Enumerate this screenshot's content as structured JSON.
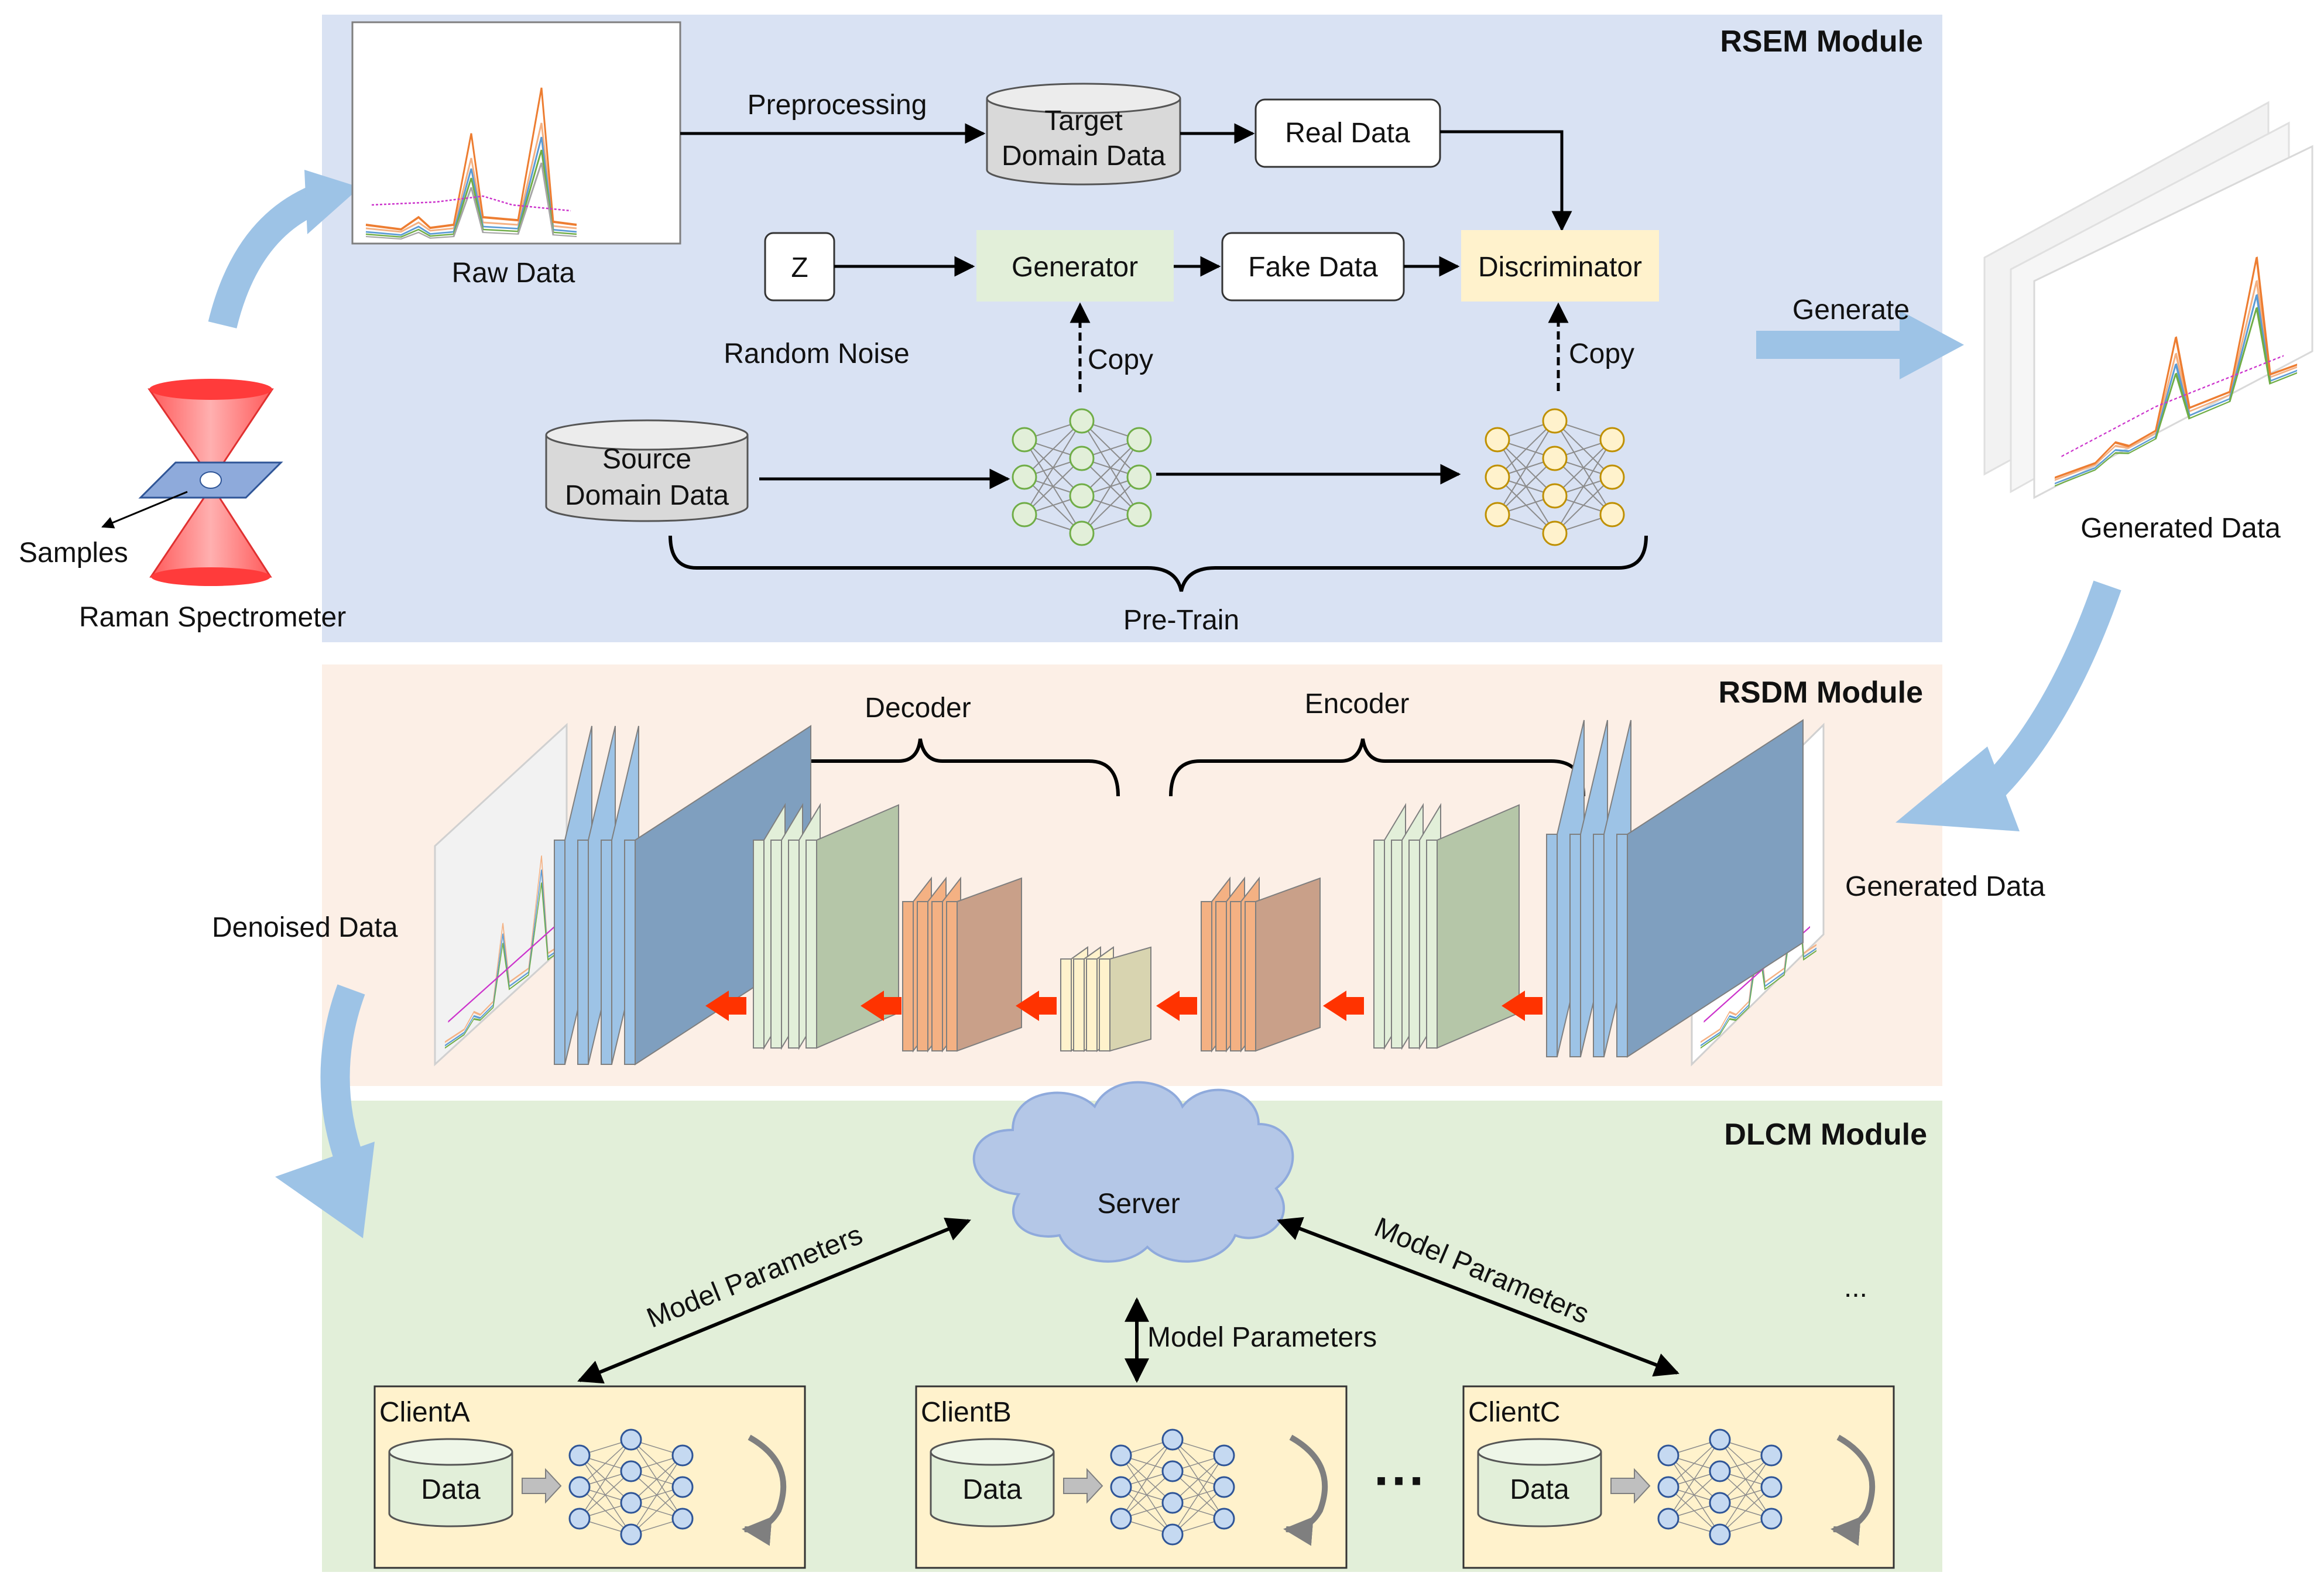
{
  "modules": {
    "rsem": "RSEM Module",
    "rsdm": "RSDM Module",
    "dlcm": "DLCM Module"
  },
  "left": {
    "samples": "Samples",
    "spectrometer": "Raman Spectrometer",
    "denoised": "Denoised Data"
  },
  "rsem": {
    "raw_data": "Raw Data",
    "preprocessing": "Preprocessing",
    "target_line1": "Target",
    "target_line2": "Domain Data",
    "real_data": "Real Data",
    "z": "Z",
    "random_noise": "Random Noise",
    "generator": "Generator",
    "fake_data": "Fake Data",
    "discriminator": "Discriminator",
    "copy_left": "Copy",
    "copy_right": "Copy",
    "source_line1": "Source",
    "source_line2": "Domain Data",
    "pretrain": "Pre-Train",
    "generate": "Generate",
    "generated_data": "Generated Data"
  },
  "rsdm": {
    "decoder": "Decoder",
    "encoder": "Encoder",
    "generated_data": "Generated Data"
  },
  "dlcm": {
    "server": "Server",
    "model_params_left": "Model Parameters",
    "model_params_center": "Model Parameters",
    "model_params_right": "Model Parameters",
    "ellipsis_top": "...",
    "ellipsis_mid": "···",
    "clients": [
      {
        "name": "ClientA",
        "data": "Data"
      },
      {
        "name": "ClientB",
        "data": "Data"
      },
      {
        "name": "ClientC",
        "data": "Data"
      }
    ]
  },
  "colors": {
    "rsem_bg": "#d9e2f3",
    "rsdm_bg": "#fcefe6",
    "dlcm_bg": "#e2efd9",
    "generator_fill": "#e2efd9",
    "discriminator_fill": "#fff2cc",
    "client_fill": "#fff2cc",
    "flow_arrow": "#9dc3e6",
    "red_arrow": "#ff3300",
    "node_green": "#e2efd9",
    "node_yellow": "#fff2cc",
    "node_blue": "#c5d9f1",
    "cylinder": "#d9d9d9"
  }
}
